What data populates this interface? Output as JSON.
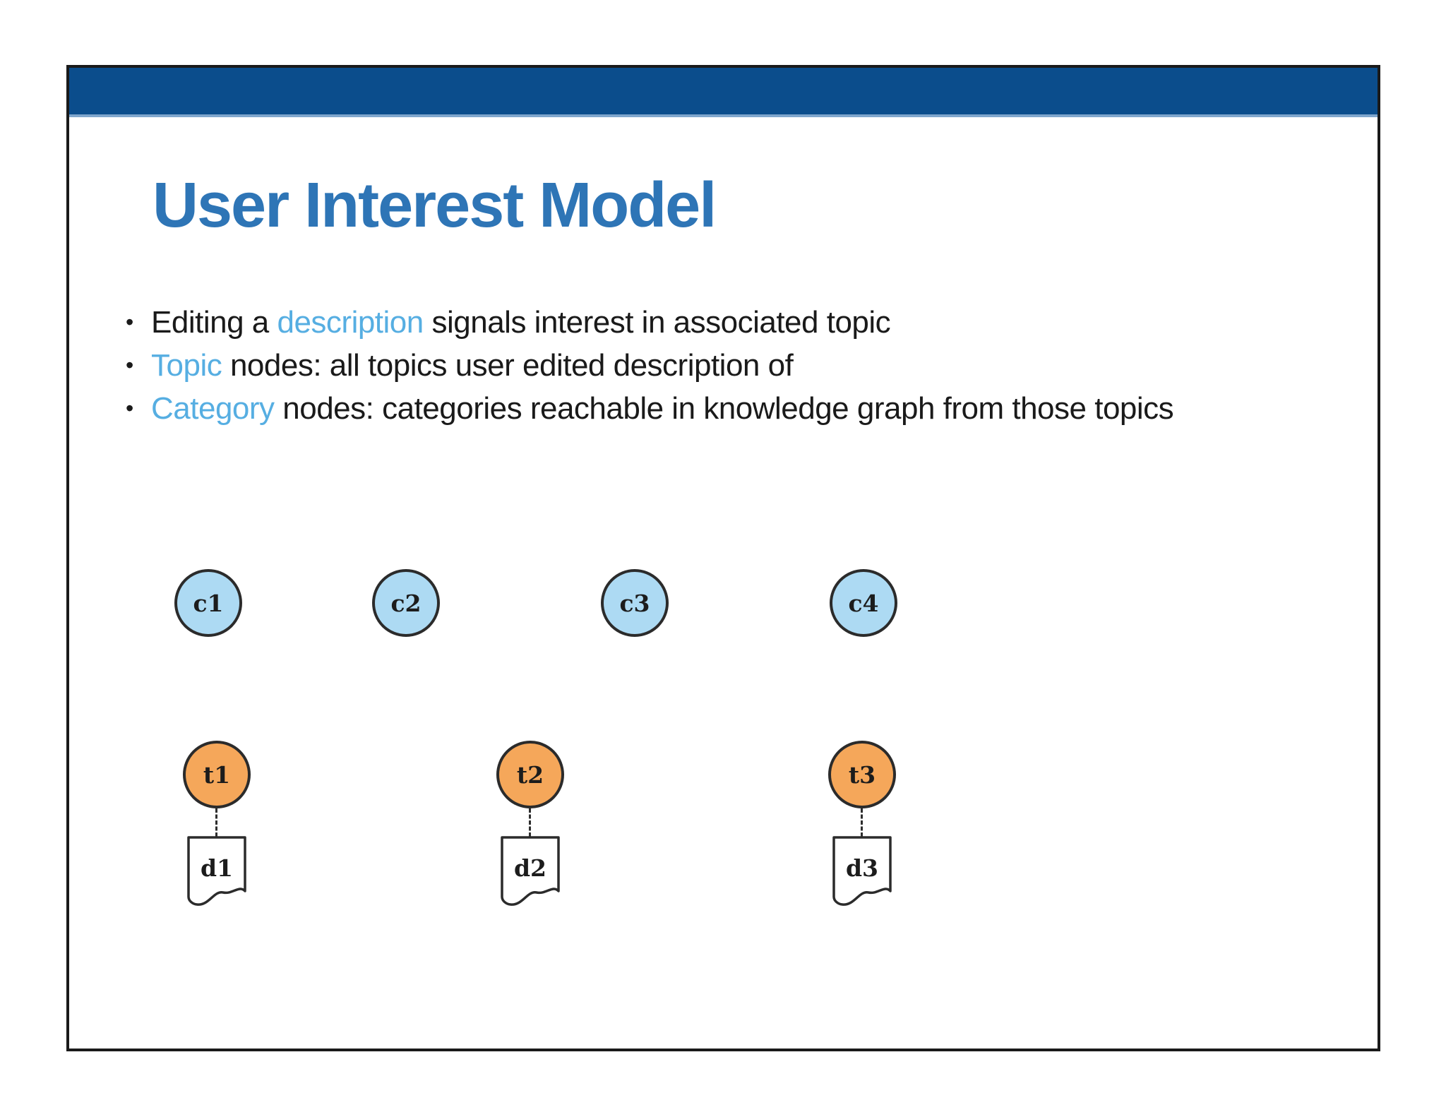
{
  "slide": {
    "title": "User Interest Model",
    "bullet_char": "•",
    "bullets": [
      {
        "pre": "Editing a ",
        "highlight": "description",
        "post": " signals interest in associated topic"
      },
      {
        "pre": "",
        "highlight": "Topic",
        "post": " nodes: all topics user edited description of"
      },
      {
        "pre": "",
        "highlight": "Category",
        "post": " nodes: categories reachable in knowledge graph from those topics"
      }
    ]
  },
  "diagram": {
    "category_nodes": [
      {
        "label": "c1"
      },
      {
        "label": "c2"
      },
      {
        "label": "c3"
      },
      {
        "label": "c4"
      }
    ],
    "topic_nodes": [
      {
        "label": "t1"
      },
      {
        "label": "t2"
      },
      {
        "label": "t3"
      }
    ],
    "document_nodes": [
      {
        "label": "d1"
      },
      {
        "label": "d2"
      },
      {
        "label": "d3"
      }
    ]
  },
  "colors": {
    "header-bg": "#0b4d8c",
    "header-strip": "#7fa6cd",
    "title-color": "#2e75b6",
    "highlight-color": "#56aee2",
    "body-text": "#1a1a1a",
    "category-fill": "#addaf3",
    "topic-fill": "#f5a75a",
    "node-stroke": "#2b2b2b",
    "edge-color": "#2e2e2e",
    "slide-border": "#1a1a1a",
    "doc-fill": "#ffffff"
  }
}
